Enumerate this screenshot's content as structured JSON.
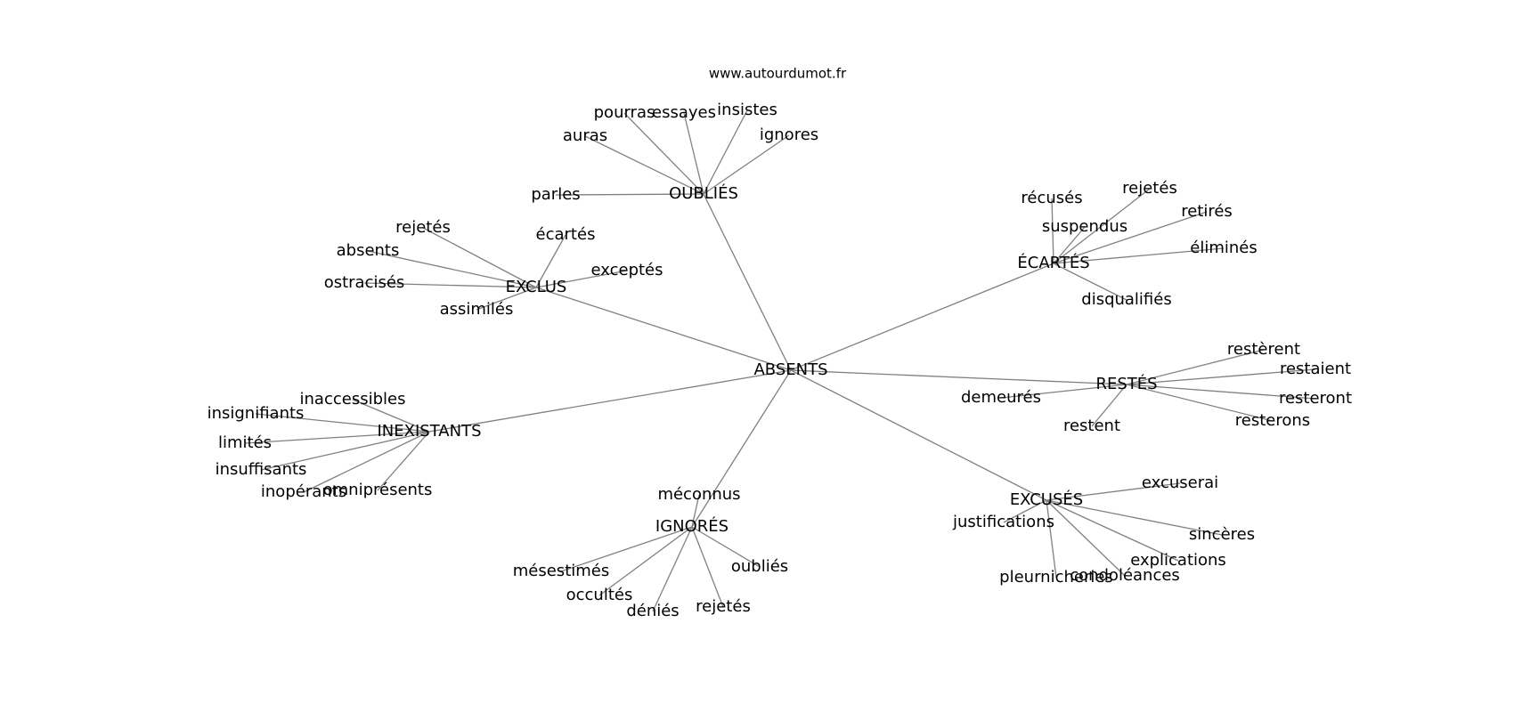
{
  "watermark": "www.autourdumot.fr",
  "center": "ABSENTS",
  "groups": [
    {
      "label": "OUBLIÉS",
      "children": [
        "pourras",
        "essayes",
        "insistes",
        "auras",
        "ignores",
        "parles"
      ]
    },
    {
      "label": "ÉCARTÉS",
      "children": [
        "récusés",
        "rejetés",
        "retirés",
        "suspendus",
        "éliminés",
        "disqualifiés"
      ]
    },
    {
      "label": "EXCLUS",
      "children": [
        "rejetés",
        "écartés",
        "absents",
        "exceptés",
        "ostracisés",
        "assimilés"
      ]
    },
    {
      "label": "RESTÉS",
      "children": [
        "restèrent",
        "restaient",
        "demeurés",
        "resteront",
        "restent",
        "resterons"
      ]
    },
    {
      "label": "INEXISTANTS",
      "children": [
        "inaccessibles",
        "insignifiants",
        "limités",
        "insuffisants",
        "inopérants",
        "omniprésents"
      ]
    },
    {
      "label": "EXCUSÉS",
      "children": [
        "excuserai",
        "justifications",
        "sincères",
        "explications",
        "pleurnicheries",
        "condoléances"
      ]
    },
    {
      "label": "IGNORÉS",
      "children": [
        "méconnus",
        "mésestimés",
        "oubliés",
        "occultés",
        "déniés",
        "rejetés"
      ]
    }
  ]
}
